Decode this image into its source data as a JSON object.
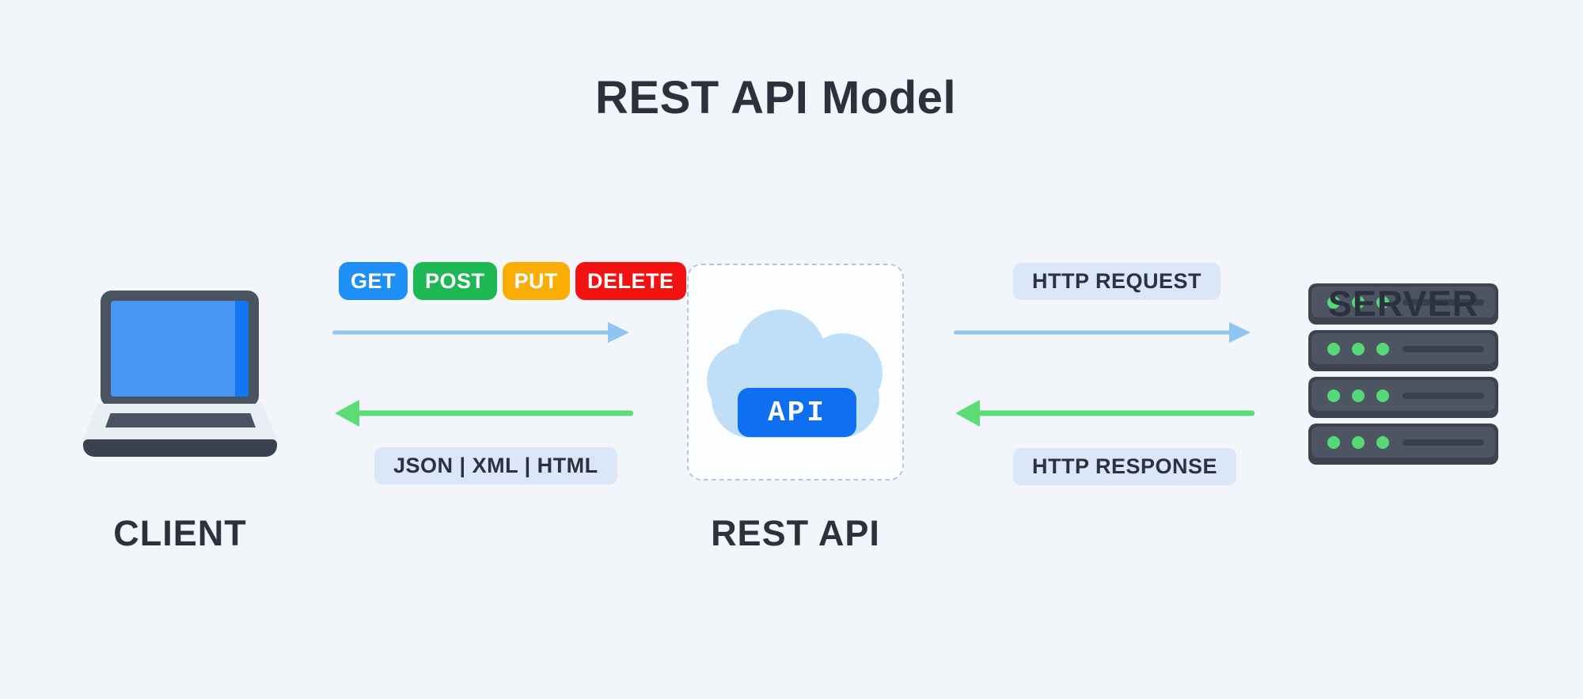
{
  "title": "REST API Model",
  "nodes": {
    "client": {
      "label": "CLIENT"
    },
    "rest_api": {
      "label": "REST API",
      "badge": "API"
    },
    "server": {
      "label": "SERVER"
    }
  },
  "flows": {
    "request_methods": {
      "items": [
        {
          "label": "GET",
          "color": "#1e8ff4"
        },
        {
          "label": "POST",
          "color": "#1db853"
        },
        {
          "label": "PUT",
          "color": "#fbad07"
        },
        {
          "label": "DELETE",
          "color": "#f21212"
        }
      ]
    },
    "response_formats": {
      "label": "JSON | XML | HTML"
    },
    "http_request": {
      "label": "HTTP REQUEST"
    },
    "http_response": {
      "label": "HTTP RESPONSE"
    }
  },
  "colors": {
    "background": "#f2f6fb",
    "heading_text": "#2b313d",
    "request_arrow": "#8ec6f1",
    "response_arrow": "#5cdc78",
    "label_pill_bg": "#dbe6f8",
    "api_badge_bg": "#0e70f1",
    "cloud": "#bfdff8"
  }
}
